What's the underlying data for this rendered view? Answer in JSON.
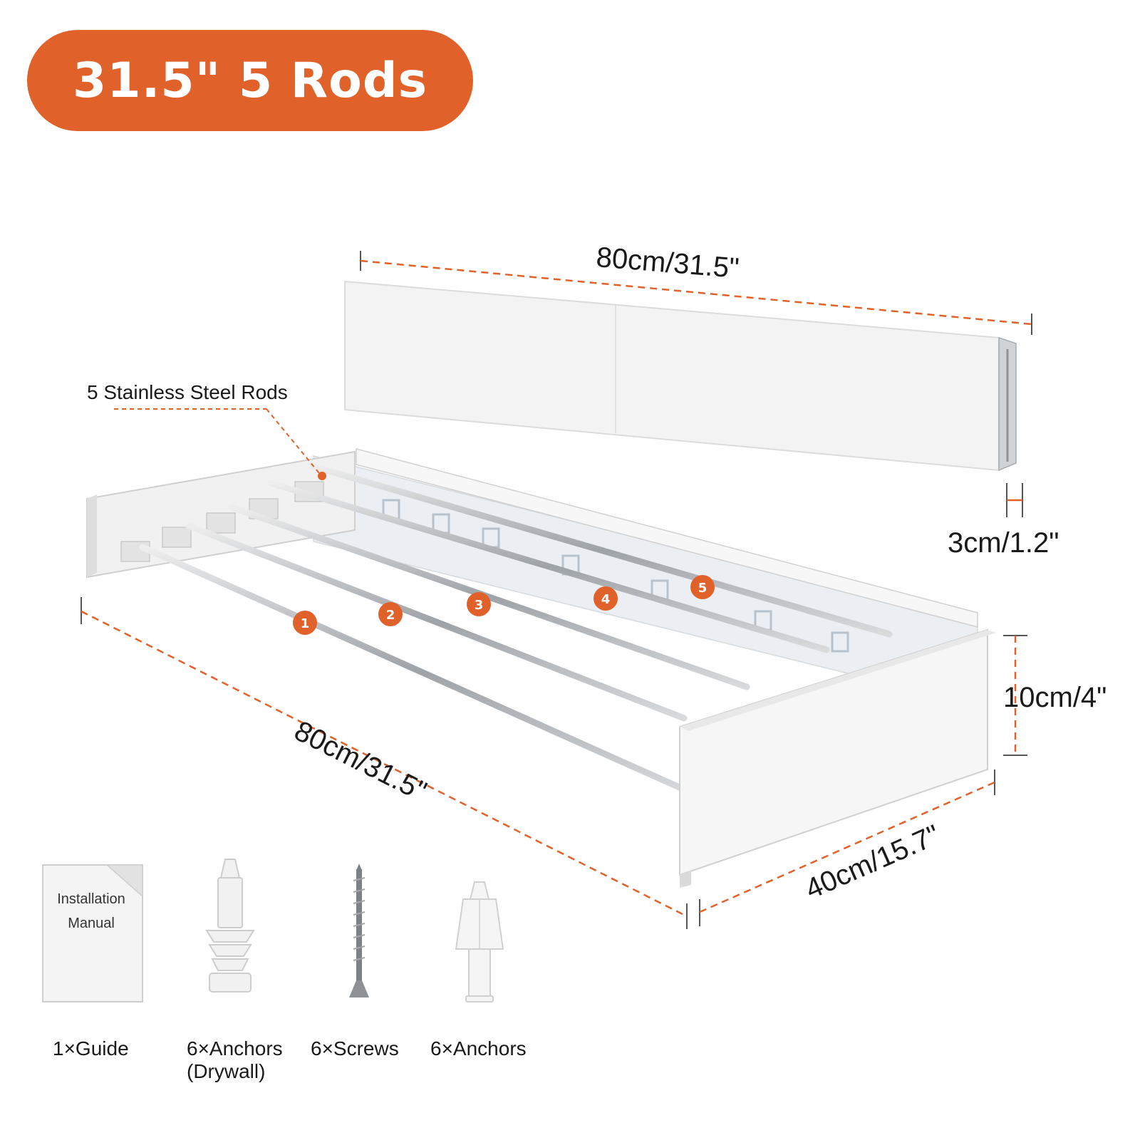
{
  "badge": {
    "text": "31.5\" 5 Rods",
    "color": "#e0622a"
  },
  "dimensions": {
    "top_length": "80cm/31.5\"",
    "thickness": "3cm/1.2\"",
    "height": "10cm/4\"",
    "front_length": "80cm/31.5\"",
    "depth": "40cm/15.7\""
  },
  "callout": {
    "rods": "5 Stainless Steel Rods"
  },
  "rod_numbers": [
    "1",
    "2",
    "3",
    "4",
    "5"
  ],
  "manual": {
    "line1": "Installation",
    "line2": "Manual"
  },
  "accessories": [
    {
      "label": "1×Guide",
      "sublabel": "",
      "icon": "manual-icon"
    },
    {
      "label": "6×Anchors",
      "sublabel": "(Drywall)",
      "icon": "drywall-anchor-icon"
    },
    {
      "label": "6×Screws",
      "sublabel": "",
      "icon": "screw-icon"
    },
    {
      "label": "6×Anchors",
      "sublabel": "",
      "icon": "plastic-anchor-icon"
    }
  ],
  "colors": {
    "accent": "#e0622a",
    "panel": "#f2f2f2",
    "rod": "#b8bcc0"
  }
}
